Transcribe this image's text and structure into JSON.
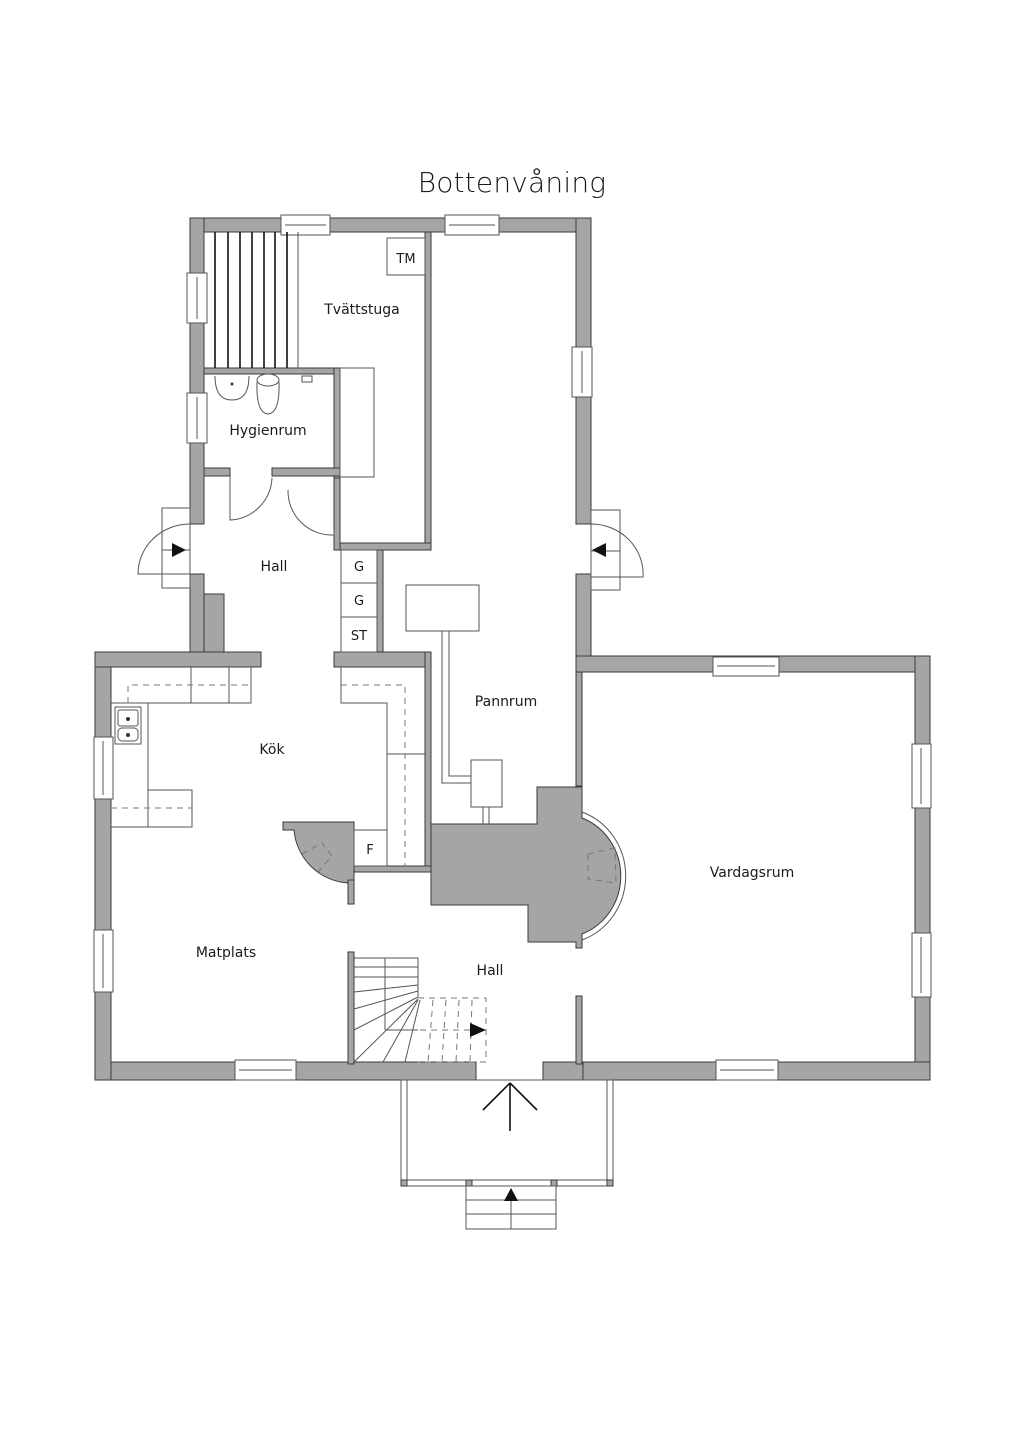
{
  "title": "Bottenvåning",
  "colors": {
    "wall": "#a5a5a5",
    "wall_stroke": "#3a3a3a",
    "line": "#555555",
    "text": "#1a1a1a",
    "background": "#ffffff"
  },
  "rooms": [
    {
      "id": "tvattstuga",
      "label": "Tvättstuga"
    },
    {
      "id": "hygienrum",
      "label": "Hygienrum"
    },
    {
      "id": "hall-upper",
      "label": "Hall"
    },
    {
      "id": "kok",
      "label": "Kök"
    },
    {
      "id": "pannrum",
      "label": "Pannrum"
    },
    {
      "id": "vardagsrum",
      "label": "Vardagsrum"
    },
    {
      "id": "matplats",
      "label": "Matplats"
    },
    {
      "id": "hall-lower",
      "label": "Hall"
    }
  ],
  "fixtures": {
    "tm": "TM",
    "closet_1": "G",
    "closet_2": "G",
    "closet_3": "ST",
    "fridge": "F"
  }
}
